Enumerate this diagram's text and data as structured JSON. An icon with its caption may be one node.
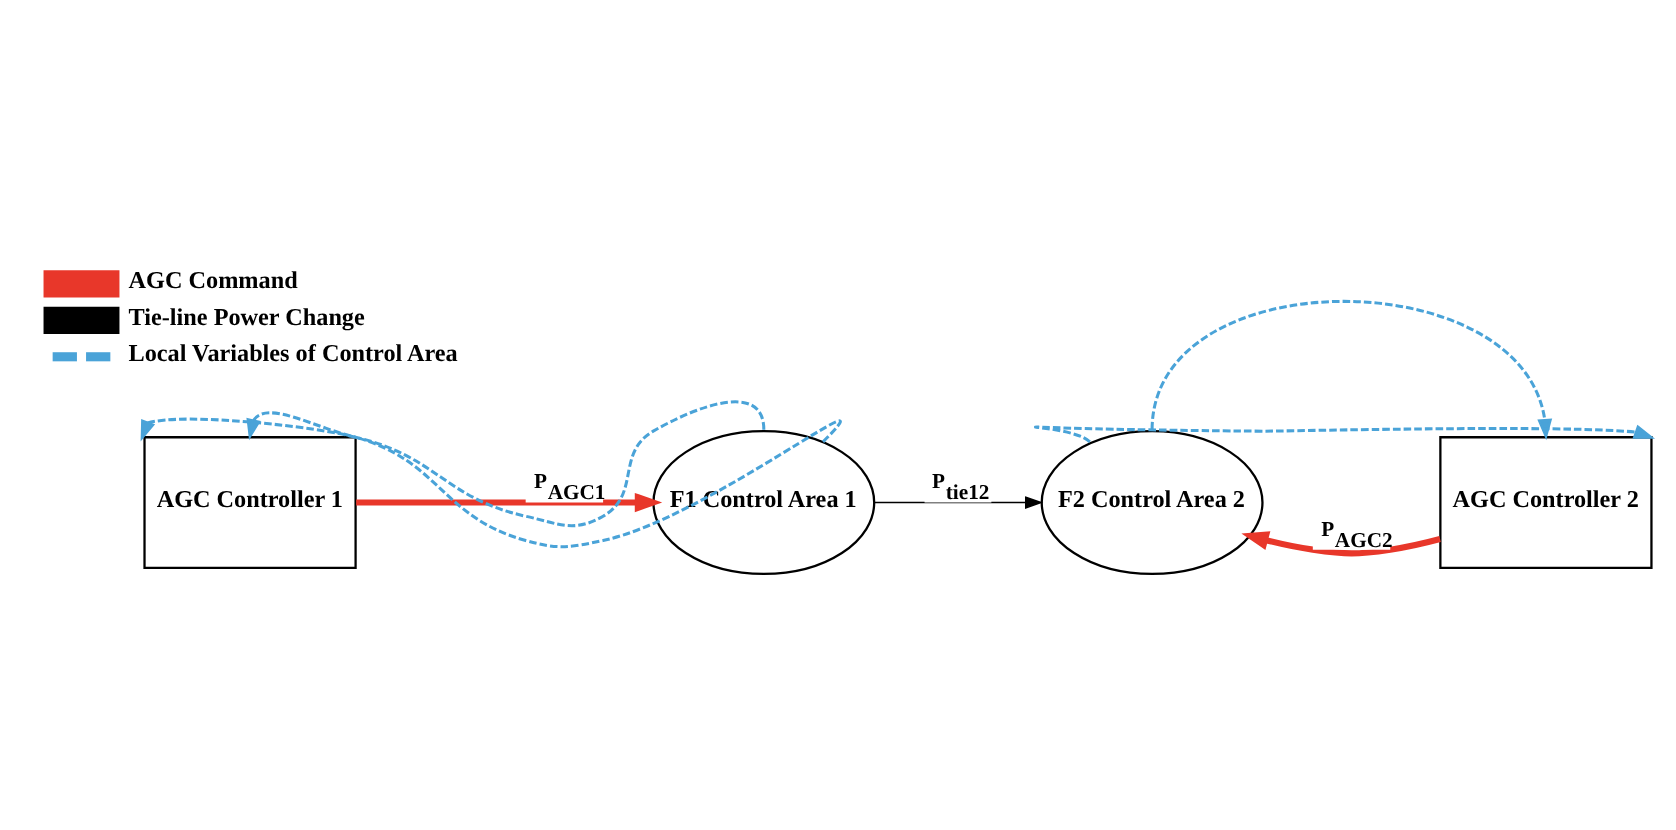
{
  "diagram": {
    "nodes": [
      {
        "text": [
          "AGC Controller 1"
        ]
      },
      {
        "text": [
          "F1 Control Area 1"
        ]
      },
      {
        "text": [
          "F2 Control Area 2"
        ]
      },
      {
        "text": [
          "AGC Controller 2"
        ]
      }
    ],
    "edges": [
      {
        "from": 0,
        "to": 1,
        "arrow": "to",
        "label": "P$_{AGC1}$",
        "color": "#e8372a",
        "style": "thick"
      },
      {
        "from": 1,
        "to": 2,
        "arrow": "to",
        "label": "P$_{tie12}$",
        "color": "#000000"
      },
      {
        "from": 3,
        "to": 2,
        "arrow": "to",
        "label": "P$_{AGC2}$",
        "color": "#e8372a",
        "style": "thick"
      },
      {
        "from": 1,
        "to": 0,
        "arrow": "to",
        "style": "dashed",
        "color": "#4aa3d8"
      },
      {
        "from": 1,
        "to": 0,
        "arrow": "to",
        "style": "dashed",
        "color": "#4aa3d8"
      },
      {
        "from": 2,
        "to": 3,
        "arrow": "to",
        "style": "dashed",
        "color": "#4aa3d8"
      },
      {
        "from": 2,
        "to": 3,
        "arrow": "to",
        "style": "dashed",
        "color": "#4aa3d8"
      }
    ],
    "legend": [
      {
        "text": "AGC Command"
      },
      {
        "text": "Tie-line Power Change"
      },
      {
        "text": "Local Variables of Control Area"
      }
    ]
  }
}
